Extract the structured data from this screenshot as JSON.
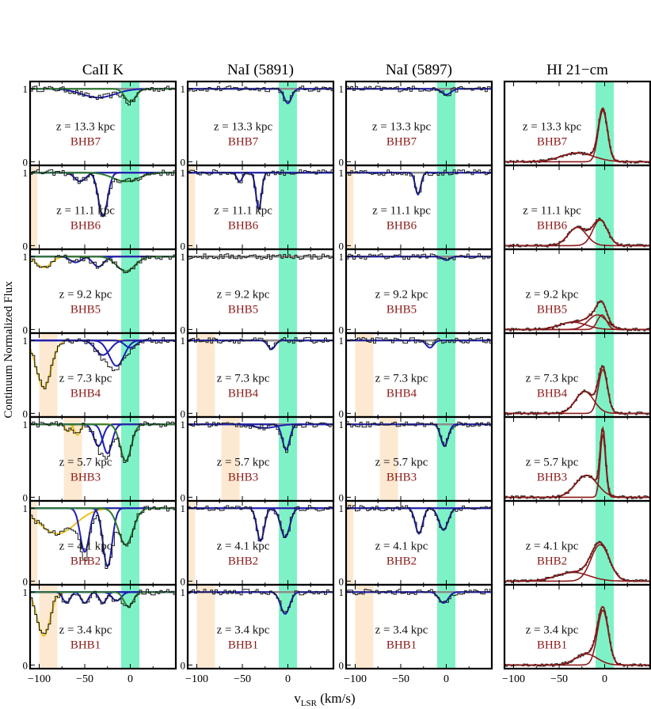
{
  "figure": {
    "ylabel": "Continuum Normalized Flux",
    "xlabel_main": "v",
    "xlabel_sub": "LSR",
    "xlabel_unit": " (km/s)",
    "colors": {
      "shade_v0": "#7ef2c6",
      "shade_ivc": "#fde9d1",
      "data": "#1a1a1a",
      "continuum": "#8c8c8c",
      "fit_blue": "#1f1fb4",
      "fit_green": "#2e7d32",
      "fit_yellow": "#e8c320",
      "fit_red": "#8b1a1a",
      "label_star": "#8b1a1a"
    }
  },
  "chart_data": {
    "type": "line",
    "columns": [
      {
        "title": "CaII K",
        "kind": "abs"
      },
      {
        "title": "NaI (5891)",
        "kind": "abs"
      },
      {
        "title": "NaI (5897)",
        "kind": "abs"
      },
      {
        "title": "HI 21−cm",
        "kind": "hi"
      }
    ],
    "rows": [
      {
        "star": "BHB7",
        "z": "z = 13.3 kpc",
        "ivc_shade": null
      },
      {
        "star": "BHB6",
        "z": "z = 11.1 kpc",
        "ivc_shade": [
          -110,
          -102
        ]
      },
      {
        "star": "BHB5",
        "z": "z = 9.2 kpc",
        "ivc_shade": null
      },
      {
        "star": "BHB4",
        "z": "z = 7.3 kpc",
        "ivc_shade": [
          -100,
          -80
        ]
      },
      {
        "star": "BHB3",
        "z": "z = 5.7 kpc",
        "ivc_shade": [
          -73,
          -53
        ]
      },
      {
        "star": "BHB2",
        "z": "z = 4.1 kpc",
        "ivc_shade": [
          -110,
          -102
        ]
      },
      {
        "star": "BHB1",
        "z": "z = 3.4 kpc",
        "ivc_shade": [
          -100,
          -80
        ]
      }
    ],
    "v0_shade": [
      -10,
      10
    ],
    "xlim": [
      -110,
      50
    ],
    "ylim": [
      -0.05,
      1.1
    ],
    "xticks": [
      -100,
      -50,
      0
    ],
    "yticks": [
      0,
      1
    ],
    "absorbers": {
      "BHB7": {
        "0": [
          {
            "v": -35,
            "d": 0.12,
            "s": 18,
            "c": "blue"
          },
          {
            "v": 0,
            "d": 0.18,
            "s": 6,
            "c": "green"
          }
        ],
        "1": [
          {
            "v": 0,
            "d": 0.2,
            "s": 4,
            "c": "blue"
          }
        ],
        "2": [
          {
            "v": 0,
            "d": 0.08,
            "s": 5,
            "c": "blue"
          }
        ]
      },
      "BHB6": {
        "0": [
          {
            "v": -55,
            "d": 0.12,
            "s": 6,
            "c": "blue"
          },
          {
            "v": -30,
            "d": 0.6,
            "s": 5,
            "c": "blue"
          },
          {
            "v": -5,
            "d": 0.12,
            "s": 14,
            "c": "green"
          }
        ],
        "1": [
          {
            "v": -53,
            "d": 0.12,
            "s": 3,
            "c": "blue"
          },
          {
            "v": -32,
            "d": 0.5,
            "s": 3,
            "c": "blue"
          }
        ],
        "2": [
          {
            "v": -31,
            "d": 0.3,
            "s": 3,
            "c": "blue"
          }
        ]
      },
      "BHB5": {
        "0": [
          {
            "v": -95,
            "d": 0.15,
            "s": 8,
            "c": "yellow"
          },
          {
            "v": -60,
            "d": 0.08,
            "s": 6,
            "c": "blue"
          },
          {
            "v": -35,
            "d": 0.14,
            "s": 6,
            "c": "blue"
          },
          {
            "v": -5,
            "d": 0.2,
            "s": 10,
            "c": "green"
          }
        ],
        "1": [],
        "2": [
          {
            "v": 0,
            "d": 0.05,
            "s": 4,
            "c": "blue"
          }
        ]
      },
      "BHB4": {
        "0": [
          {
            "v": -95,
            "d": 0.65,
            "s": 8,
            "c": "yellow"
          },
          {
            "v": -30,
            "d": 0.2,
            "s": 8,
            "c": "blue"
          },
          {
            "v": -15,
            "d": 0.35,
            "s": 8,
            "c": "blue"
          },
          {
            "v": 0,
            "d": 0.1,
            "s": 6,
            "c": "blue"
          }
        ],
        "1": [
          {
            "v": -18,
            "d": 0.12,
            "s": 4,
            "c": "blue"
          }
        ],
        "2": [
          {
            "v": -18,
            "d": 0.1,
            "s": 4,
            "c": "blue"
          }
        ]
      },
      "BHB3": {
        "0": [
          {
            "v": -58,
            "d": 0.15,
            "s": 3,
            "c": "yellow"
          },
          {
            "v": -68,
            "d": 0.1,
            "s": 3,
            "c": "yellow"
          },
          {
            "v": -35,
            "d": 0.3,
            "s": 5,
            "c": "blue"
          },
          {
            "v": -25,
            "d": 0.4,
            "s": 5,
            "c": "blue"
          },
          {
            "v": -5,
            "d": 0.5,
            "s": 6,
            "c": "green"
          }
        ],
        "1": [
          {
            "v": -25,
            "d": 0.05,
            "s": 12,
            "c": "blue"
          },
          {
            "v": -2,
            "d": 0.35,
            "s": 4,
            "c": "blue"
          }
        ],
        "2": [
          {
            "v": -2,
            "d": 0.3,
            "s": 4,
            "c": "blue"
          }
        ]
      },
      "BHB2": {
        "0": [
          {
            "v": -80,
            "d": 0.35,
            "s": 20,
            "c": "yellow"
          },
          {
            "v": -50,
            "d": 0.6,
            "s": 5,
            "c": "blue"
          },
          {
            "v": -25,
            "d": 0.8,
            "s": 5,
            "c": "blue"
          },
          {
            "v": -5,
            "d": 0.5,
            "s": 8,
            "c": "green"
          }
        ],
        "1": [
          {
            "v": -30,
            "d": 0.45,
            "s": 4,
            "c": "blue"
          },
          {
            "v": -3,
            "d": 0.4,
            "s": 5,
            "c": "blue"
          }
        ],
        "2": [
          {
            "v": -30,
            "d": 0.35,
            "s": 4,
            "c": "blue"
          },
          {
            "v": -3,
            "d": 0.3,
            "s": 5,
            "c": "blue"
          }
        ]
      },
      "BHB1": {
        "0": [
          {
            "v": -95,
            "d": 0.6,
            "s": 7,
            "c": "yellow"
          },
          {
            "v": -70,
            "d": 0.15,
            "s": 4,
            "c": "blue"
          },
          {
            "v": -50,
            "d": 0.15,
            "s": 4,
            "c": "blue"
          },
          {
            "v": -30,
            "d": 0.15,
            "s": 4,
            "c": "blue"
          },
          {
            "v": -15,
            "d": 0.12,
            "s": 5,
            "c": "blue"
          },
          {
            "v": -2,
            "d": 0.2,
            "s": 5,
            "c": "green"
          }
        ],
        "1": [
          {
            "v": -3,
            "d": 0.3,
            "s": 5,
            "c": "blue"
          }
        ],
        "2": [
          {
            "v": -3,
            "d": 0.15,
            "s": 5,
            "c": "blue"
          }
        ]
      }
    },
    "hi_emission": {
      "BHB7": [
        {
          "v": -30,
          "a": 0.12,
          "s": 18
        },
        {
          "v": -2,
          "a": 0.7,
          "s": 5
        }
      ],
      "BHB6": [
        {
          "v": -30,
          "a": 0.25,
          "s": 10
        },
        {
          "v": -5,
          "a": 0.35,
          "s": 8
        }
      ],
      "BHB5": [
        {
          "v": -35,
          "a": 0.1,
          "s": 15
        },
        {
          "v": -8,
          "a": 0.2,
          "s": 10
        },
        {
          "v": -3,
          "a": 0.2,
          "s": 5
        }
      ],
      "BHB4": [
        {
          "v": -22,
          "a": 0.3,
          "s": 10
        },
        {
          "v": -2,
          "a": 0.6,
          "s": 5
        }
      ],
      "BHB3": [
        {
          "v": -20,
          "a": 0.3,
          "s": 12
        },
        {
          "v": -2,
          "a": 0.85,
          "s": 3
        }
      ],
      "BHB2": [
        {
          "v": -35,
          "a": 0.12,
          "s": 18
        },
        {
          "v": -5,
          "a": 0.5,
          "s": 10
        }
      ],
      "BHB1": [
        {
          "v": -20,
          "a": 0.15,
          "s": 12
        },
        {
          "v": -2,
          "a": 0.75,
          "s": 6
        }
      ]
    }
  }
}
